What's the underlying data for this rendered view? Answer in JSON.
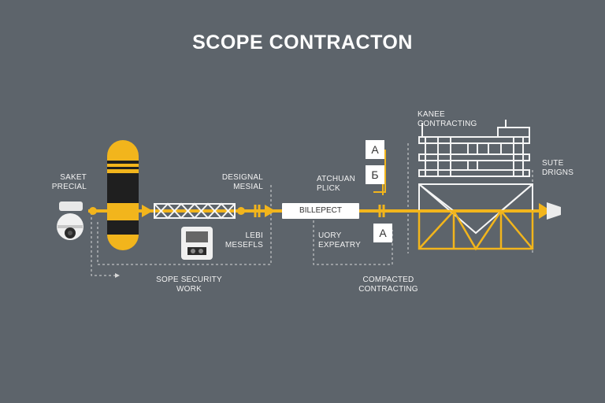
{
  "title": "SCOPE CONTRACTON",
  "labels": {
    "left_top": [
      "SAKET",
      "PRECIAL"
    ],
    "mid_top": [
      "DESIGNAL",
      "MESIAL"
    ],
    "mid_bottom": [
      "LEBI",
      "MESEFLS"
    ],
    "right_top": [
      "ATCHUAN",
      "PLICK"
    ],
    "right_bottom": [
      "UORY",
      "EXPEATRY"
    ],
    "building_top": [
      "KANEE",
      "CONTRACTING"
    ],
    "far_right": [
      "SUTE",
      "DRIGNS"
    ],
    "bottom_left": [
      "SOPE SECURITY",
      "WORK"
    ],
    "bottom_right": [
      "COMPACTED",
      "CONTRACTING"
    ]
  },
  "center_box": "BILLEPECT",
  "tags": {
    "tag_top": "A",
    "tag_mid": "Б",
    "tag_low": "A"
  },
  "colors": {
    "background": "#5d646b",
    "accent": "#f2b51c",
    "line": "#ffffff"
  },
  "icons": [
    "camera-icon",
    "cylinder-tank-icon",
    "truss-icon",
    "control-unit-icon",
    "building-icon",
    "arrow-head-icon"
  ]
}
